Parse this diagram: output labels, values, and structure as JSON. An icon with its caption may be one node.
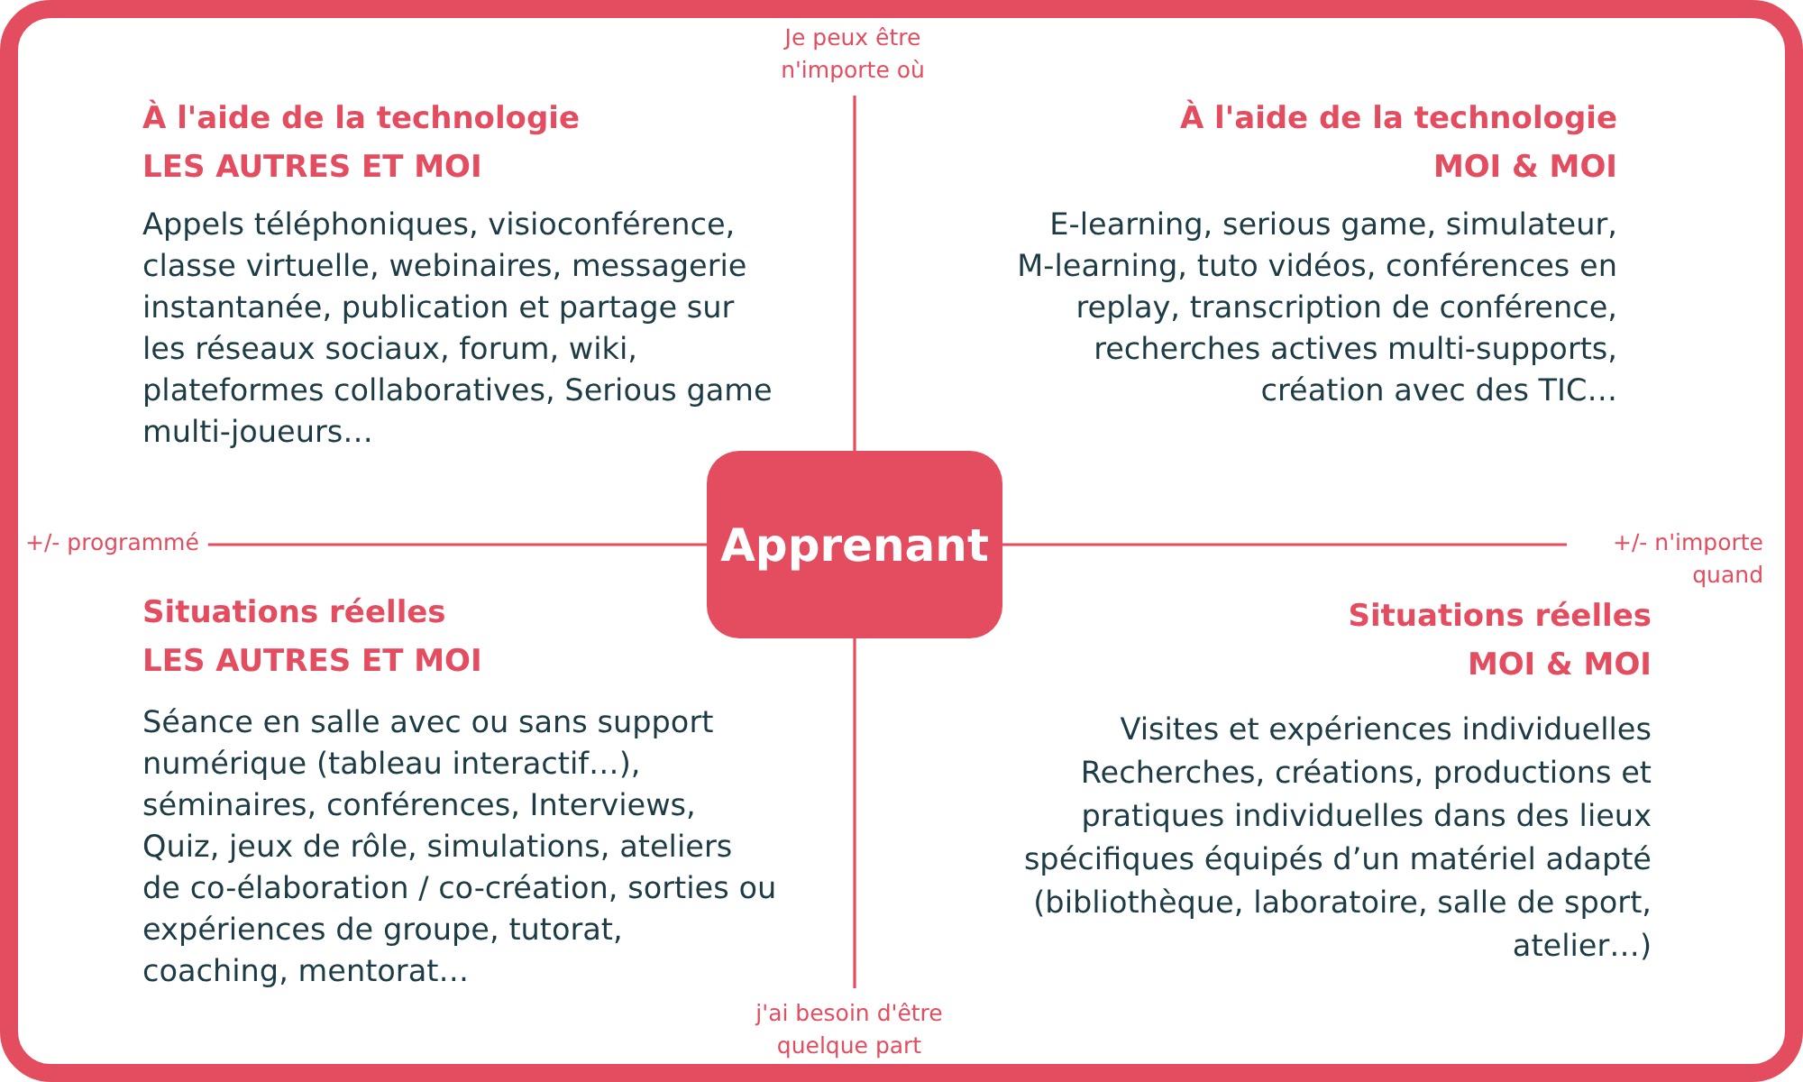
{
  "diagram": {
    "nodes": [
      {
        "text": [
          "Je peux être n'importe où"
        ]
      },
      {
        "text": [
          "+/- programmé"
        ]
      },
      {
        "text": [
          "Apprenant"
        ]
      },
      {
        "text": [
          "+/- n'importe quand"
        ]
      },
      {
        "text": [
          "j'ai besoin d'être quelque part"
        ]
      }
    ],
    "edges": [
      {
        "from": 2,
        "to": 0,
        "arrow": "none"
      },
      {
        "from": 2,
        "to": 1,
        "arrow": "none"
      },
      {
        "from": 2,
        "to": 3,
        "arrow": "none"
      },
      {
        "from": 2,
        "to": 4,
        "arrow": "none"
      }
    ],
    "labels": [
      "À l'aide de la technologie",
      "LES AUTRES ET MOI",
      "Appels téléphoniques, visioconférence, classe virtuelle, webinaires, messagerie instantanée, publication et partage sur les réseaux sociaux, forum, wiki, plateformes collaboratives, Serious game multi-joueurs…",
      "À l'aide de la technologie",
      "MOI & MOI",
      "E-learning, serious game, simulateur, M-learning, tuto vidéos, conférences en replay, transcription de conférence, recherches actives multi-supports, création avec des TIC…",
      "Situations réelles",
      "LES AUTRES ET MOI",
      "Séance en salle avec ou sans support numérique (tableau interactif…), séminaires, conférences, Interviews, Quiz, jeux de rôle, simulations, ateliers de co-élaboration / co-création, sorties ou expériences de groupe, tutorat, coaching, mentorat…",
      "Situations réelles",
      "MOI & MOI",
      "Visites et expériences individuelles Recherches, créations, productions et pratiques individuelles dans des lieux spécifiques équipés d’un matériel adapté (bibliothèque, laboratoire, salle de sport, atelier…)"
    ]
  }
}
